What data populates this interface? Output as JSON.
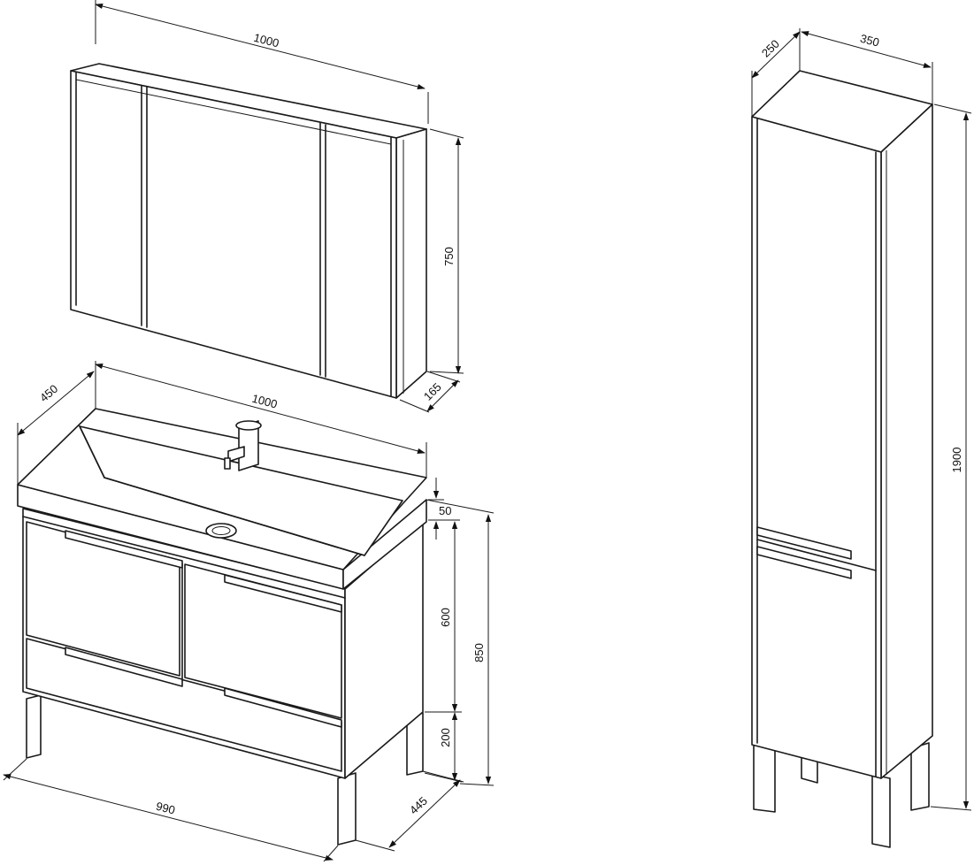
{
  "mirror_cabinet": {
    "width": "1000",
    "height": "750",
    "depth": "165"
  },
  "vanity": {
    "top_width": "1000",
    "top_depth": "450",
    "sink_thickness": "50",
    "body_height": "600",
    "total_height": "850",
    "legs_height": "200",
    "base_width": "990",
    "base_depth": "445"
  },
  "tall_cabinet": {
    "depth": "250",
    "width": "350",
    "height": "1900"
  }
}
